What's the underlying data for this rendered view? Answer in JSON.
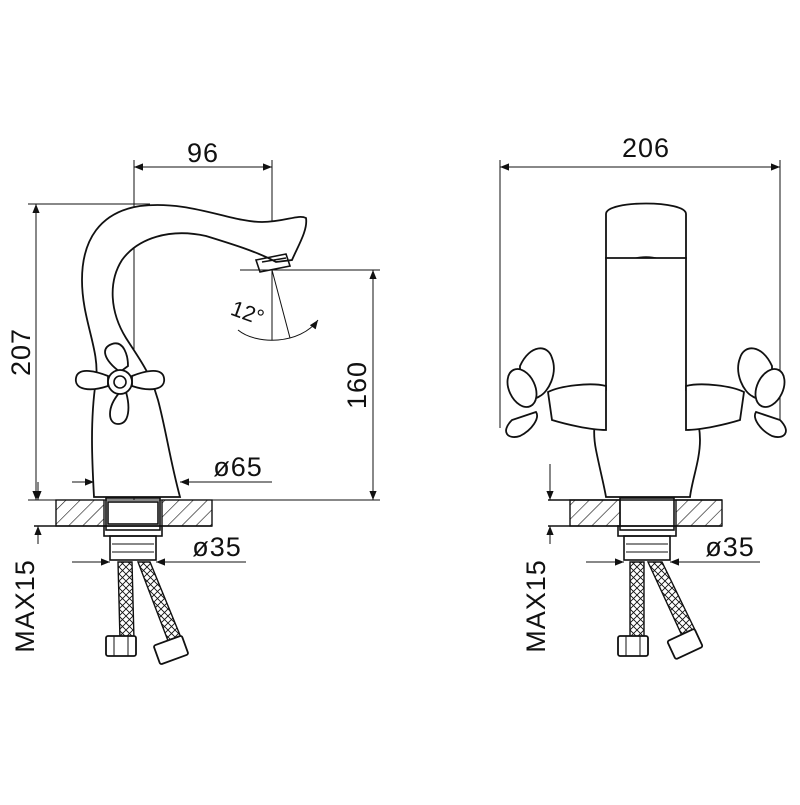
{
  "dimensions": {
    "spout_reach": "96",
    "total_height": "207",
    "spout_height": "160",
    "base_diameter": "ø65",
    "shank_diameter_left": "ø35",
    "shank_diameter_right": "ø35",
    "overall_width": "206",
    "max_deck_thickness_left": "MAX15",
    "max_deck_thickness_right": "MAX15",
    "swivel_angle": "12°"
  }
}
